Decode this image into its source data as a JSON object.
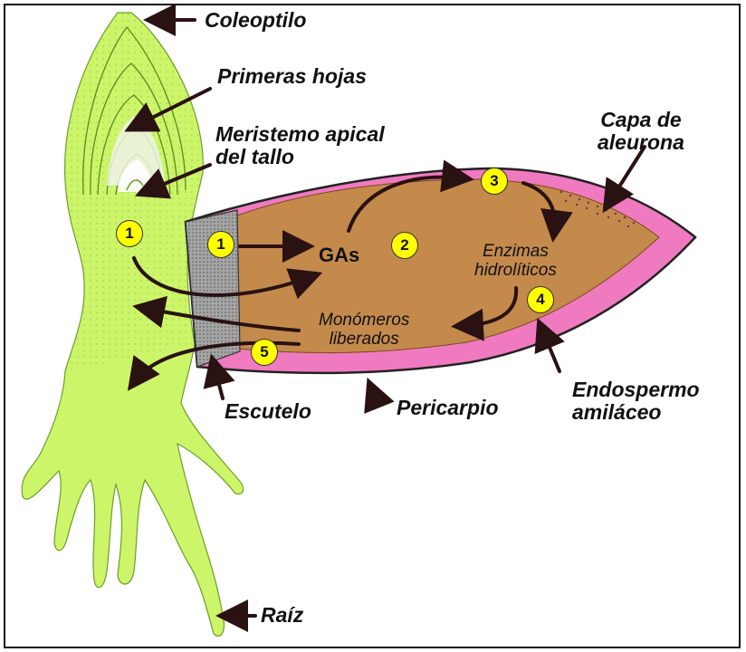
{
  "labels": {
    "coleoptilo": "Coleoptilo",
    "primeras_hojas": "Primeras hojas",
    "meristemo": "Meristemo apical\ndel tallo",
    "capa_aleurona": "Capa de\naleurona",
    "gas": "GAs",
    "enzimas": "Enzimas\nhidrolíticos",
    "monomeros": "Monómeros\nliberados",
    "escutelo": "Escutelo",
    "pericarpio": "Pericarpio",
    "endospermo": "Endospermo\namiláceo",
    "raiz": "Raíz"
  },
  "steps": {
    "s1a": "1",
    "s1b": "1",
    "s2": "2",
    "s3": "3",
    "s4": "4",
    "s5": "5"
  },
  "colors": {
    "plant_green": "#ccf56a",
    "endosperm_brown": "#c48a4c",
    "aleurone_pink": "#f07ac0",
    "scutellum_gray": "#9a9a9a",
    "marker_yellow": "#ffff00",
    "arrow": "#2a1212"
  }
}
